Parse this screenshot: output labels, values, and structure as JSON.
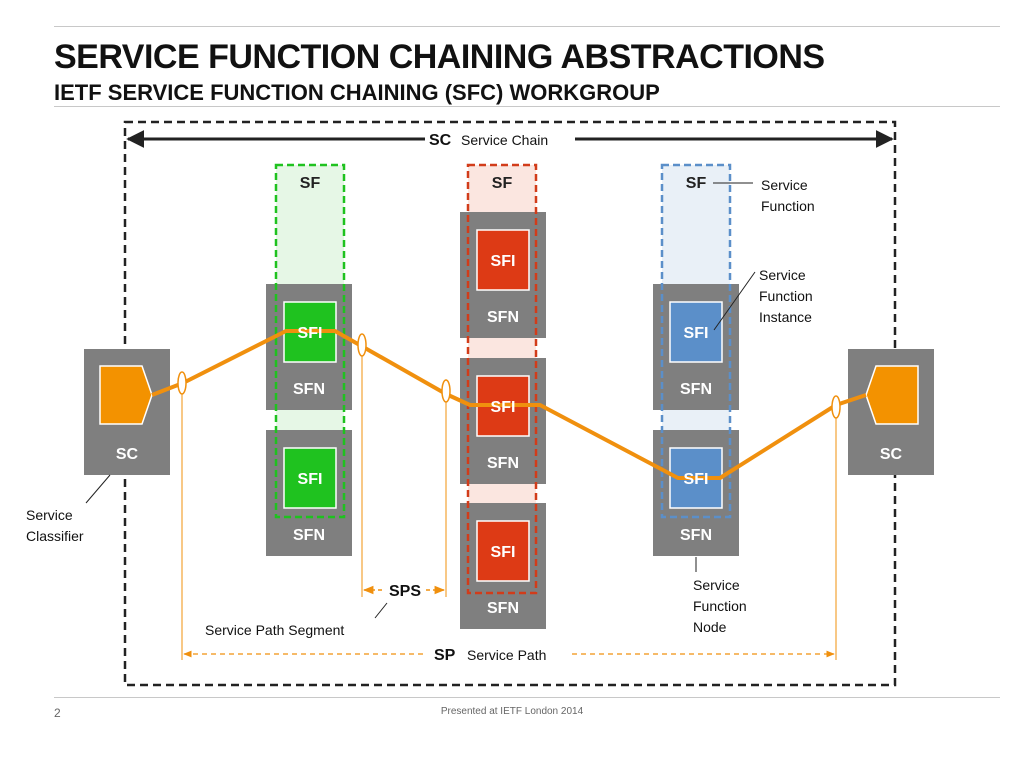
{
  "header": {
    "title": "SERVICE FUNCTION CHAINING ABSTRACTIONS",
    "subtitle": "IETF SERVICE FUNCTION CHAINING (SFC) WORKGROUP"
  },
  "diagram": {
    "chain": {
      "abbr": "SC",
      "label": "Service Chain"
    },
    "path": {
      "abbr": "SP",
      "label": "Service Path"
    },
    "segment": {
      "abbr": "SPS",
      "label": "Service Path Segment"
    },
    "sf_label": "SF",
    "sfi_label": "SFI",
    "sfn_label": "SFN",
    "classifier_abbr": "SC",
    "callouts": {
      "service_function": "Service Function",
      "service_function_instance": "Service Function Instance",
      "service_function_node": "Service Function Node",
      "service_classifier": "Service Classifier"
    },
    "colors": {
      "sfn_node": "#7f7f7f",
      "path_line": "#f0900e",
      "sf_green": "#1fc21f",
      "sf_red": "#dd3a15",
      "sf_blue": "#5b8fc9",
      "dashed_border": "#222222"
    }
  },
  "footer": {
    "page_number": "2",
    "text": "Presented at IETF London 2014"
  }
}
